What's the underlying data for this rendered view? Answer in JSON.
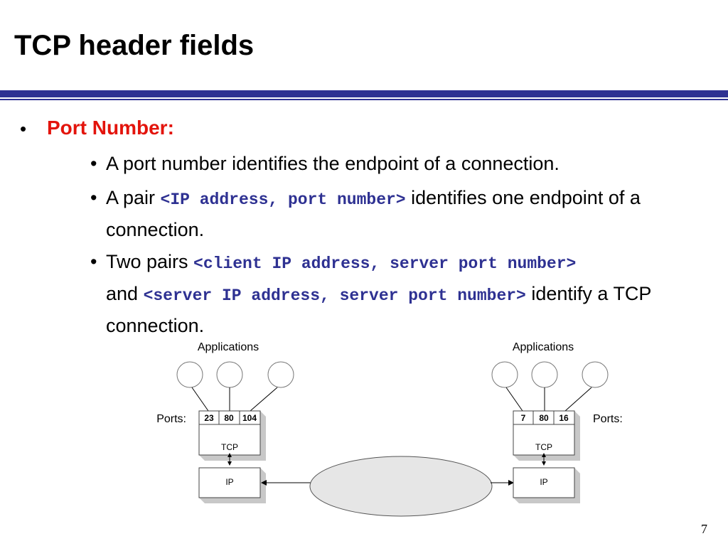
{
  "slide": {
    "title": "TCP header fields",
    "page_number": "7",
    "bullet": {
      "marker": "•",
      "heading": "Port Number:"
    },
    "sub_bullets": [
      {
        "marker": "•",
        "text": "A port number identifies the endpoint of a connection."
      },
      {
        "marker": "•",
        "pre": "A pair ",
        "code": "<IP address, port number>",
        "post": " identifies one endpoint of a connection."
      },
      {
        "marker": "•",
        "pre": "Two pairs ",
        "code1": "<client IP address, server port number>",
        "mid": " and ",
        "code2": "<server IP address, server port number>",
        "post": " identify a TCP connection."
      }
    ]
  },
  "diagram": {
    "left_host": {
      "applications_label": "Applications",
      "ports_label": "Ports:",
      "ports": [
        "23",
        "80",
        "104"
      ],
      "tcp_label": "TCP",
      "ip_label": "IP"
    },
    "right_host": {
      "applications_label": "Applications",
      "ports_label": "Ports:",
      "ports": [
        "7",
        "80",
        "16"
      ],
      "tcp_label": "TCP",
      "ip_label": "IP"
    },
    "colors": {
      "network_cloud": "#e6e6e6",
      "box_shadow": "#c8c8c8",
      "rule": "#2e3192",
      "heading": "#e3140c"
    }
  }
}
